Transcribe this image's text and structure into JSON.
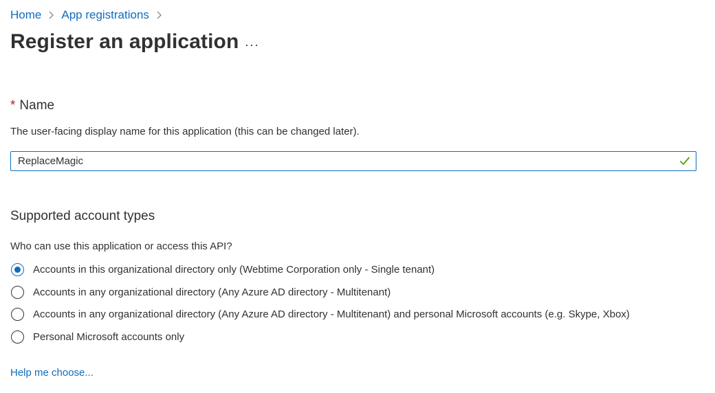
{
  "breadcrumb": {
    "home": "Home",
    "app_registrations": "App registrations"
  },
  "page": {
    "title": "Register an application",
    "more": "···"
  },
  "name_field": {
    "label": "Name",
    "required_marker": "*",
    "description": "The user-facing display name for this application (this can be changed later).",
    "value": "ReplaceMagic"
  },
  "account_types": {
    "title": "Supported account types",
    "question": "Who can use this application or access this API?",
    "options": [
      {
        "label": "Accounts in this organizational directory only (Webtime Corporation only - Single tenant)",
        "selected": true
      },
      {
        "label": "Accounts in any organizational directory (Any Azure AD directory - Multitenant)",
        "selected": false
      },
      {
        "label": "Accounts in any organizational directory (Any Azure AD directory - Multitenant) and personal Microsoft accounts (e.g. Skype, Xbox)",
        "selected": false
      },
      {
        "label": "Personal Microsoft accounts only",
        "selected": false
      }
    ],
    "help_link": "Help me choose..."
  },
  "colors": {
    "link": "#0f6cbd",
    "required": "#a4262c",
    "valid": "#57a300",
    "text": "#323130"
  },
  "icons": {
    "separator": "chevron-right-icon",
    "valid": "checkmark-icon"
  }
}
